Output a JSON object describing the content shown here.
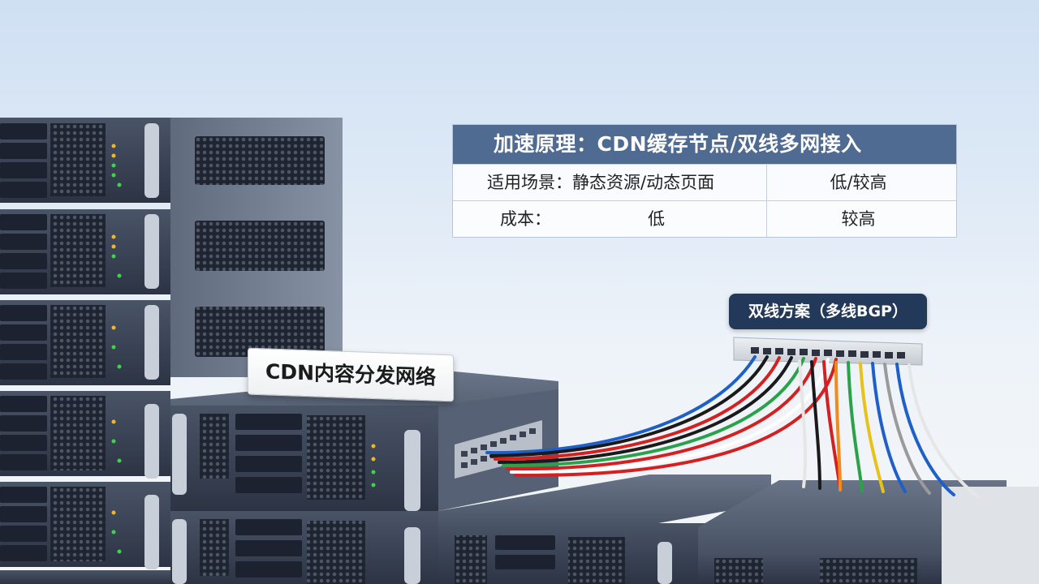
{
  "table": {
    "header": "加速原理：CDN缓存节点/双线多网接入",
    "row1_left": "适用场景：静态资源/动态页面",
    "row1_right": "低/较高",
    "row2_label": "成本：",
    "row2_value": "低",
    "row2_right": "较高"
  },
  "dual_label": "双线方案（多线BGP）",
  "cdn_sign": "CDN内容分发网络",
  "colors": {
    "header_bg": "#4f6b91",
    "label_bg": "#23395a",
    "server_body": "#3c4658",
    "cable_colors": [
      "#1f5fc9",
      "#1a1a1a",
      "#d42020",
      "#2aa24a",
      "#f08a1c",
      "#e8c21a",
      "#9a9a9a",
      "#ffffff"
    ]
  }
}
